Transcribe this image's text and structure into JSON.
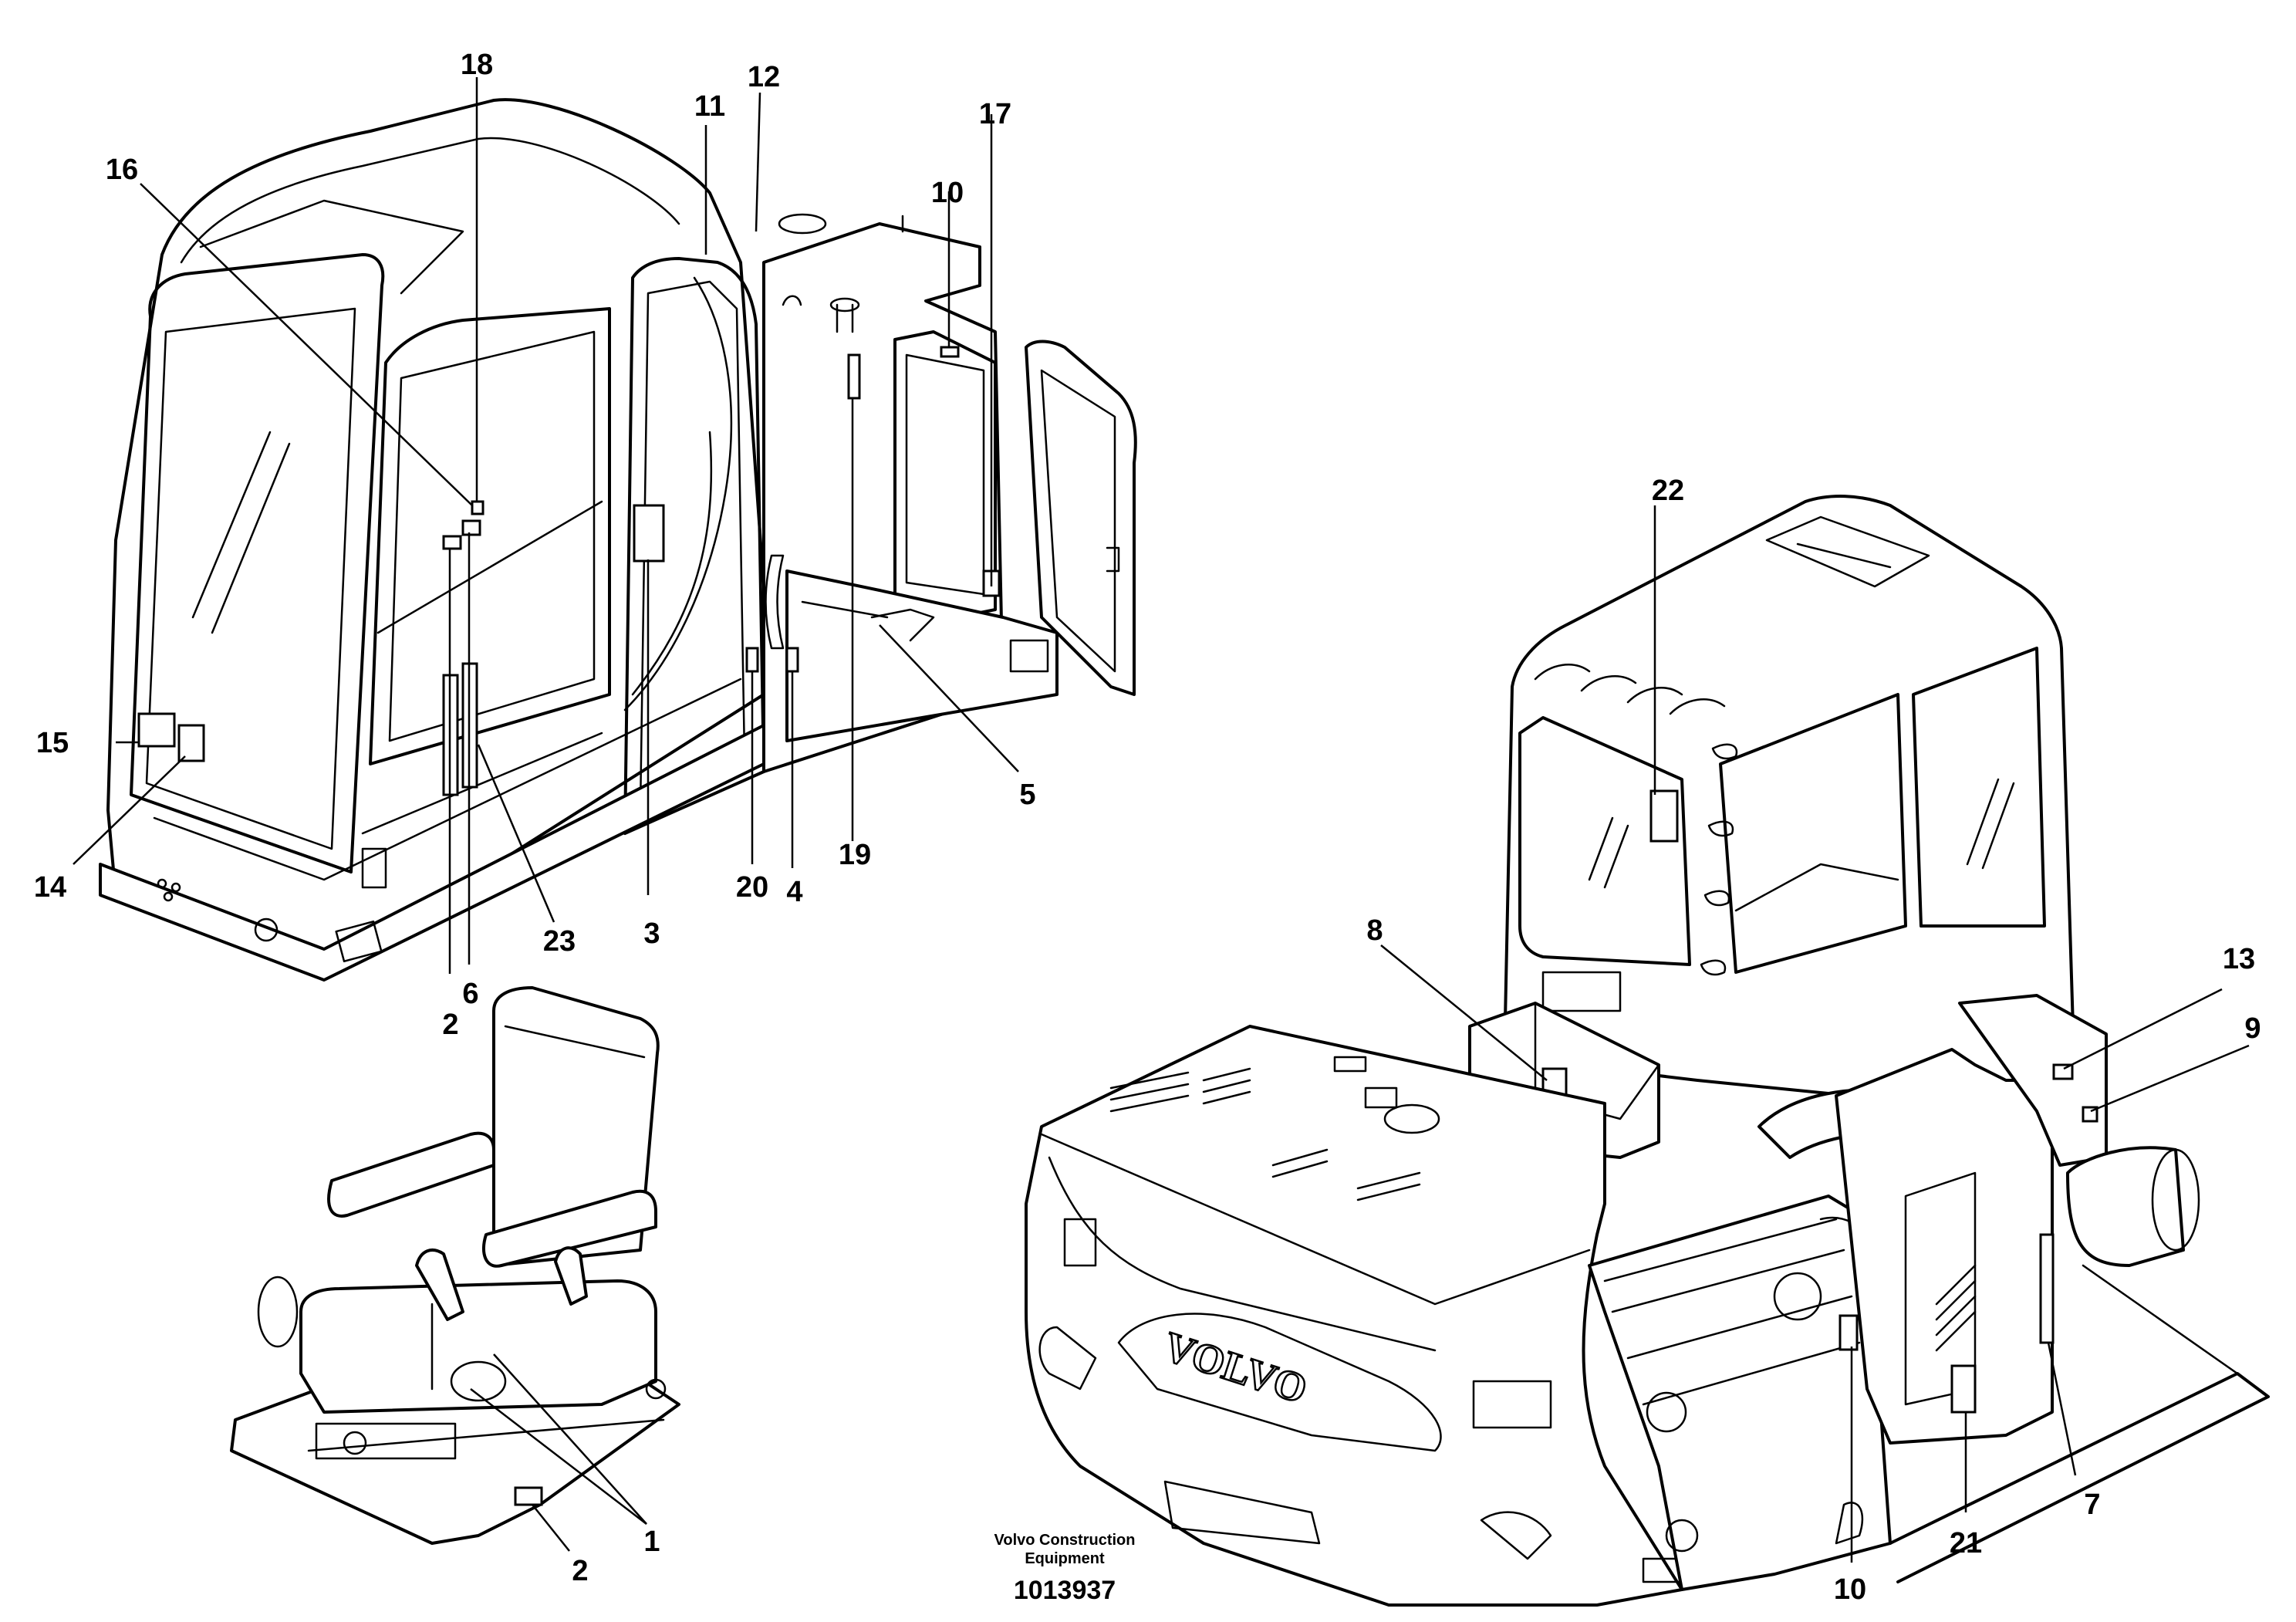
{
  "caption": {
    "company": "Volvo Construction",
    "company_line2": "Equipment",
    "document_number": "1013937"
  },
  "callouts": {
    "c1": "1",
    "c2a": "2",
    "c2b": "2",
    "c3": "3",
    "c4": "4",
    "c5": "5",
    "c6": "6",
    "c7": "7",
    "c8": "8",
    "c9": "9",
    "c10a": "10",
    "c10b": "10",
    "c11": "11",
    "c12": "12",
    "c13": "13",
    "c14": "14",
    "c15": "15",
    "c16": "16",
    "c17": "17",
    "c18": "18",
    "c19": "19",
    "c20": "20",
    "c21": "21",
    "c22": "22",
    "c23": "23"
  },
  "brand_on_hood": "VOLVO"
}
